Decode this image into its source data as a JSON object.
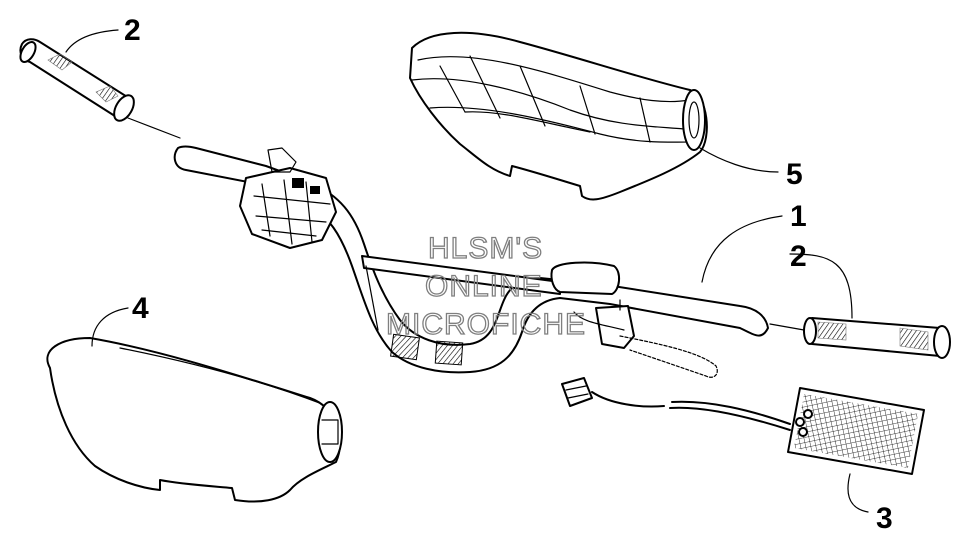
{
  "callouts": {
    "grip_left": "2",
    "grip_right": "2",
    "handlebar": "1",
    "heating_element": "3",
    "pad_lower": "4",
    "pad_upper": "5"
  },
  "watermark": {
    "line1": "HLSM'S",
    "line2": "ONLINE",
    "line3": "MICROFICHE"
  }
}
